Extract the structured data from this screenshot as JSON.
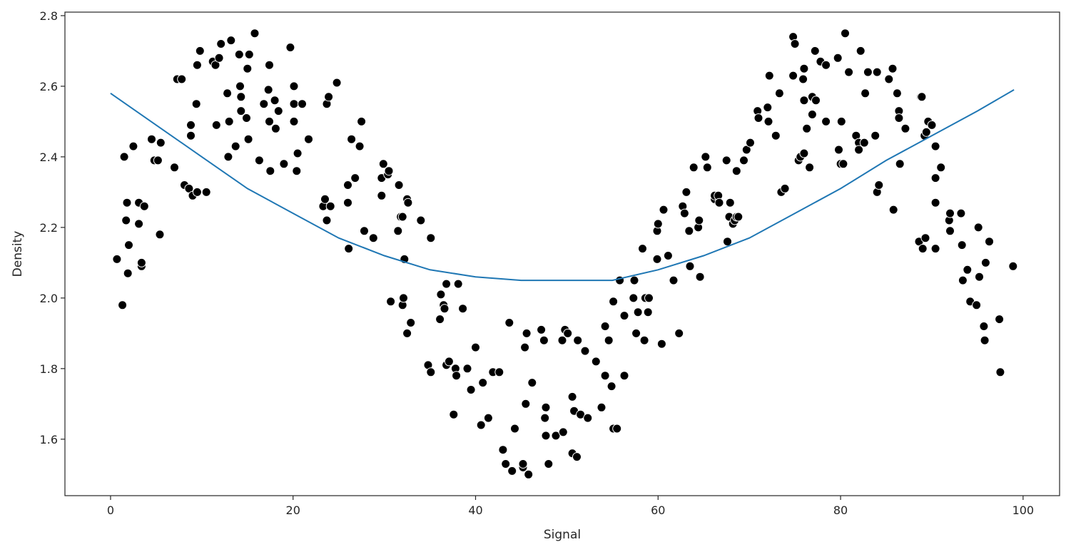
{
  "chart_data": {
    "type": "scatter",
    "title": "",
    "xlabel": "Signal",
    "ylabel": "Density",
    "xlim": [
      -5,
      104
    ],
    "ylim": [
      1.44,
      2.81
    ],
    "xticks": [
      0,
      20,
      40,
      60,
      80,
      100
    ],
    "yticks": [
      1.6,
      1.8,
      2.0,
      2.2,
      2.4,
      2.6,
      2.8
    ],
    "grid": false,
    "legend": "none",
    "colors": {
      "points": "#000000",
      "point_edge": "#ffffff",
      "fit_line": "#1f77b4",
      "axes": "#262626"
    },
    "series": [
      {
        "kind": "scatter",
        "points": [
          [
            0.7,
            2.11
          ],
          [
            1.3,
            1.98
          ],
          [
            1.5,
            2.4
          ],
          [
            1.7,
            2.22
          ],
          [
            1.8,
            2.27
          ],
          [
            1.9,
            2.07
          ],
          [
            2.0,
            2.15
          ],
          [
            2.5,
            2.43
          ],
          [
            3.1,
            2.27
          ],
          [
            3.1,
            2.21
          ],
          [
            3.4,
            2.09
          ],
          [
            3.4,
            2.1
          ],
          [
            3.7,
            2.26
          ],
          [
            4.5,
            2.45
          ],
          [
            4.8,
            2.39
          ],
          [
            5.2,
            2.39
          ],
          [
            5.4,
            2.18
          ],
          [
            5.5,
            2.44
          ],
          [
            7.0,
            2.37
          ],
          [
            7.3,
            2.62
          ],
          [
            7.8,
            2.62
          ],
          [
            8.1,
            2.32
          ],
          [
            8.6,
            2.31
          ],
          [
            8.8,
            2.49
          ],
          [
            8.8,
            2.46
          ],
          [
            9.0,
            2.29
          ],
          [
            9.4,
            2.55
          ],
          [
            9.5,
            2.3
          ],
          [
            9.5,
            2.66
          ],
          [
            9.8,
            2.7
          ],
          [
            10.5,
            2.3
          ],
          [
            11.2,
            2.67
          ],
          [
            11.5,
            2.66
          ],
          [
            11.6,
            2.49
          ],
          [
            11.9,
            2.68
          ],
          [
            12.1,
            2.72
          ],
          [
            12.8,
            2.58
          ],
          [
            12.9,
            2.4
          ],
          [
            13.0,
            2.5
          ],
          [
            13.2,
            2.73
          ],
          [
            13.7,
            2.43
          ],
          [
            14.1,
            2.69
          ],
          [
            14.2,
            2.6
          ],
          [
            14.3,
            2.57
          ],
          [
            14.3,
            2.53
          ],
          [
            14.9,
            2.51
          ],
          [
            15.0,
            2.65
          ],
          [
            15.1,
            2.45
          ],
          [
            15.2,
            2.69
          ],
          [
            15.8,
            2.75
          ],
          [
            16.3,
            2.39
          ],
          [
            16.8,
            2.55
          ],
          [
            17.3,
            2.59
          ],
          [
            17.4,
            2.5
          ],
          [
            17.4,
            2.66
          ],
          [
            17.5,
            2.36
          ],
          [
            18.0,
            2.56
          ],
          [
            18.1,
            2.48
          ],
          [
            18.4,
            2.53
          ],
          [
            19.0,
            2.38
          ],
          [
            19.7,
            2.71
          ],
          [
            20.1,
            2.6
          ],
          [
            20.1,
            2.55
          ],
          [
            20.1,
            2.5
          ],
          [
            20.4,
            2.36
          ],
          [
            20.5,
            2.41
          ],
          [
            21.0,
            2.55
          ],
          [
            21.7,
            2.45
          ],
          [
            23.3,
            2.26
          ],
          [
            23.5,
            2.28
          ],
          [
            23.7,
            2.22
          ],
          [
            23.7,
            2.55
          ],
          [
            23.9,
            2.57
          ],
          [
            24.1,
            2.26
          ],
          [
            24.8,
            2.61
          ],
          [
            26.0,
            2.27
          ],
          [
            26.1,
            2.14
          ],
          [
            26.0,
            2.32
          ],
          [
            26.4,
            2.45
          ],
          [
            26.8,
            2.34
          ],
          [
            27.3,
            2.43
          ],
          [
            27.5,
            2.5
          ],
          [
            27.8,
            2.19
          ],
          [
            28.8,
            2.17
          ],
          [
            29.7,
            2.34
          ],
          [
            29.7,
            2.29
          ],
          [
            29.9,
            2.38
          ],
          [
            30.4,
            2.35
          ],
          [
            30.5,
            2.36
          ],
          [
            30.7,
            1.99
          ],
          [
            31.5,
            2.19
          ],
          [
            31.6,
            2.32
          ],
          [
            31.8,
            2.23
          ],
          [
            32.0,
            2.23
          ],
          [
            32.0,
            1.98
          ],
          [
            32.1,
            2.0
          ],
          [
            32.2,
            2.11
          ],
          [
            32.5,
            1.9
          ],
          [
            32.5,
            2.28
          ],
          [
            32.6,
            2.27
          ],
          [
            32.9,
            1.93
          ],
          [
            34.0,
            2.22
          ],
          [
            34.8,
            1.81
          ],
          [
            35.1,
            1.79
          ],
          [
            35.1,
            2.17
          ],
          [
            36.1,
            1.94
          ],
          [
            36.2,
            2.01
          ],
          [
            36.5,
            1.98
          ],
          [
            36.6,
            1.97
          ],
          [
            36.8,
            1.81
          ],
          [
            36.8,
            2.04
          ],
          [
            37.1,
            1.82
          ],
          [
            37.6,
            1.67
          ],
          [
            37.8,
            1.8
          ],
          [
            37.9,
            1.78
          ],
          [
            38.1,
            2.04
          ],
          [
            38.6,
            1.97
          ],
          [
            39.1,
            1.8
          ],
          [
            39.5,
            1.74
          ],
          [
            40.0,
            1.86
          ],
          [
            40.6,
            1.64
          ],
          [
            40.8,
            1.76
          ],
          [
            41.4,
            1.66
          ],
          [
            41.9,
            1.79
          ],
          [
            42.6,
            1.79
          ],
          [
            43.0,
            1.57
          ],
          [
            43.3,
            1.53
          ],
          [
            43.7,
            1.93
          ],
          [
            44.0,
            1.51
          ],
          [
            44.3,
            1.63
          ],
          [
            45.2,
            1.52
          ],
          [
            45.2,
            1.53
          ],
          [
            45.4,
            1.86
          ],
          [
            45.5,
            1.7
          ],
          [
            45.6,
            1.9
          ],
          [
            45.8,
            1.5
          ],
          [
            46.2,
            1.76
          ],
          [
            47.2,
            1.91
          ],
          [
            47.5,
            1.88
          ],
          [
            47.6,
            1.66
          ],
          [
            47.7,
            1.69
          ],
          [
            47.7,
            1.61
          ],
          [
            48.0,
            1.53
          ],
          [
            48.8,
            1.61
          ],
          [
            49.5,
            1.88
          ],
          [
            49.6,
            1.62
          ],
          [
            49.8,
            1.91
          ],
          [
            50.1,
            1.9
          ],
          [
            50.6,
            1.72
          ],
          [
            50.6,
            1.56
          ],
          [
            50.8,
            1.68
          ],
          [
            51.1,
            1.55
          ],
          [
            51.2,
            1.88
          ],
          [
            51.5,
            1.67
          ],
          [
            52.0,
            1.85
          ],
          [
            52.3,
            1.66
          ],
          [
            53.2,
            1.82
          ],
          [
            53.8,
            1.69
          ],
          [
            54.2,
            1.92
          ],
          [
            54.2,
            1.78
          ],
          [
            54.6,
            1.88
          ],
          [
            54.9,
            1.75
          ],
          [
            55.1,
            1.99
          ],
          [
            55.1,
            1.63
          ],
          [
            55.5,
            1.63
          ],
          [
            55.8,
            2.05
          ],
          [
            56.3,
            1.78
          ],
          [
            56.3,
            1.95
          ],
          [
            57.3,
            2.0
          ],
          [
            57.4,
            2.05
          ],
          [
            57.6,
            1.9
          ],
          [
            57.8,
            1.96
          ],
          [
            58.3,
            2.14
          ],
          [
            58.5,
            1.88
          ],
          [
            58.6,
            2.0
          ],
          [
            58.9,
            1.96
          ],
          [
            59.0,
            2.0
          ],
          [
            59.9,
            2.11
          ],
          [
            59.9,
            2.19
          ],
          [
            60.0,
            2.21
          ],
          [
            60.4,
            1.87
          ],
          [
            60.6,
            2.25
          ],
          [
            61.1,
            2.12
          ],
          [
            61.7,
            2.05
          ],
          [
            62.3,
            1.9
          ],
          [
            62.7,
            2.26
          ],
          [
            62.9,
            2.24
          ],
          [
            63.1,
            2.3
          ],
          [
            63.4,
            2.19
          ],
          [
            63.5,
            2.09
          ],
          [
            63.9,
            2.37
          ],
          [
            64.4,
            2.2
          ],
          [
            64.5,
            2.22
          ],
          [
            64.6,
            2.06
          ],
          [
            65.2,
            2.4
          ],
          [
            65.4,
            2.37
          ],
          [
            66.2,
            2.28
          ],
          [
            66.2,
            2.29
          ],
          [
            66.6,
            2.29
          ],
          [
            66.7,
            2.27
          ],
          [
            67.5,
            2.39
          ],
          [
            67.6,
            2.16
          ],
          [
            67.8,
            2.23
          ],
          [
            67.9,
            2.27
          ],
          [
            68.2,
            2.21
          ],
          [
            68.4,
            2.22
          ],
          [
            68.6,
            2.36
          ],
          [
            68.6,
            2.23
          ],
          [
            68.8,
            2.23
          ],
          [
            69.4,
            2.39
          ],
          [
            69.7,
            2.42
          ],
          [
            70.1,
            2.44
          ],
          [
            70.9,
            2.53
          ],
          [
            71.0,
            2.51
          ],
          [
            72.0,
            2.54
          ],
          [
            72.1,
            2.5
          ],
          [
            72.2,
            2.63
          ],
          [
            72.9,
            2.46
          ],
          [
            73.3,
            2.58
          ],
          [
            73.5,
            2.3
          ],
          [
            73.9,
            2.31
          ],
          [
            74.8,
            2.63
          ],
          [
            74.8,
            2.74
          ],
          [
            75.0,
            2.72
          ],
          [
            75.4,
            2.39
          ],
          [
            75.6,
            2.4
          ],
          [
            75.9,
            2.62
          ],
          [
            76.0,
            2.41
          ],
          [
            76.0,
            2.56
          ],
          [
            76.0,
            2.65
          ],
          [
            76.3,
            2.48
          ],
          [
            76.6,
            2.37
          ],
          [
            76.9,
            2.52
          ],
          [
            76.9,
            2.57
          ],
          [
            77.2,
            2.7
          ],
          [
            77.3,
            2.56
          ],
          [
            77.8,
            2.67
          ],
          [
            78.4,
            2.66
          ],
          [
            78.4,
            2.5
          ],
          [
            79.7,
            2.68
          ],
          [
            79.8,
            2.42
          ],
          [
            80.0,
            2.38
          ],
          [
            80.1,
            2.5
          ],
          [
            80.3,
            2.38
          ],
          [
            80.5,
            2.75
          ],
          [
            80.9,
            2.64
          ],
          [
            81.7,
            2.46
          ],
          [
            82.0,
            2.44
          ],
          [
            82.0,
            2.42
          ],
          [
            82.2,
            2.7
          ],
          [
            82.6,
            2.44
          ],
          [
            82.7,
            2.58
          ],
          [
            83.0,
            2.64
          ],
          [
            83.8,
            2.46
          ],
          [
            84.0,
            2.3
          ],
          [
            84.0,
            2.64
          ],
          [
            84.2,
            2.32
          ],
          [
            85.3,
            2.62
          ],
          [
            85.7,
            2.65
          ],
          [
            85.8,
            2.25
          ],
          [
            86.2,
            2.58
          ],
          [
            86.4,
            2.53
          ],
          [
            86.4,
            2.51
          ],
          [
            86.5,
            2.38
          ],
          [
            87.1,
            2.48
          ],
          [
            88.6,
            2.16
          ],
          [
            88.8,
            2.57
          ],
          [
            88.9,
            2.57
          ],
          [
            89.0,
            2.14
          ],
          [
            89.2,
            2.46
          ],
          [
            89.3,
            2.17
          ],
          [
            89.4,
            2.47
          ],
          [
            89.6,
            2.5
          ],
          [
            90.0,
            2.49
          ],
          [
            90.4,
            2.34
          ],
          [
            90.4,
            2.14
          ],
          [
            90.4,
            2.27
          ],
          [
            90.4,
            2.43
          ],
          [
            91.0,
            2.37
          ],
          [
            91.9,
            2.22
          ],
          [
            92.0,
            2.24
          ],
          [
            92.0,
            2.19
          ],
          [
            93.2,
            2.24
          ],
          [
            93.3,
            2.15
          ],
          [
            93.4,
            2.05
          ],
          [
            93.9,
            2.08
          ],
          [
            94.2,
            1.99
          ],
          [
            94.9,
            1.98
          ],
          [
            95.1,
            2.2
          ],
          [
            95.2,
            2.06
          ],
          [
            95.7,
            1.92
          ],
          [
            95.8,
            1.88
          ],
          [
            95.9,
            2.1
          ],
          [
            96.3,
            2.16
          ],
          [
            97.4,
            1.94
          ],
          [
            97.5,
            1.79
          ],
          [
            98.9,
            2.09
          ]
        ]
      },
      {
        "kind": "line",
        "points": [
          [
            0,
            2.58
          ],
          [
            5,
            2.49
          ],
          [
            10,
            2.4
          ],
          [
            15,
            2.31
          ],
          [
            20,
            2.24
          ],
          [
            25,
            2.17
          ],
          [
            30,
            2.12
          ],
          [
            35,
            2.08
          ],
          [
            40,
            2.06
          ],
          [
            45,
            2.05
          ],
          [
            49,
            2.05
          ],
          [
            55,
            2.05
          ],
          [
            60,
            2.08
          ],
          [
            65,
            2.12
          ],
          [
            70,
            2.17
          ],
          [
            75,
            2.24
          ],
          [
            80,
            2.31
          ],
          [
            85,
            2.39
          ],
          [
            90,
            2.46
          ],
          [
            95,
            2.53
          ],
          [
            99,
            2.59
          ]
        ]
      }
    ]
  }
}
